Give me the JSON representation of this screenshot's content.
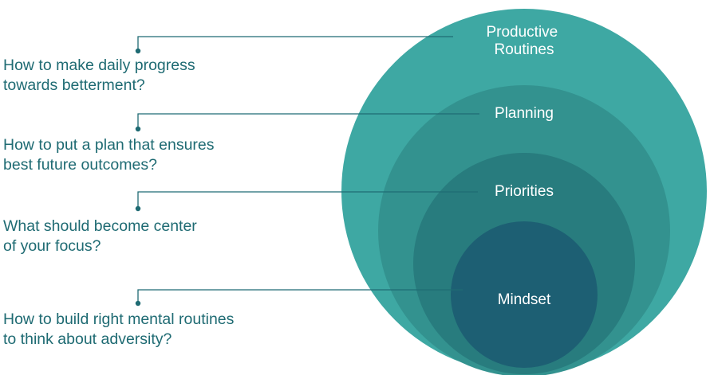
{
  "colors": {
    "ring_outer": "#3ea8a3",
    "ring_second": "#33928f",
    "ring_third": "#287c7e",
    "ring_inner": "#1d5f73",
    "connector": "#1f6b73",
    "question_text": "#1f6b73"
  },
  "layers": [
    {
      "label_lines": [
        "Productive",
        "Routines"
      ],
      "question_lines": [
        "How to make daily progress",
        "towards betterment?"
      ]
    },
    {
      "label_lines": [
        "Planning"
      ],
      "question_lines": [
        "How to put a plan that ensures",
        "best future outcomes?"
      ]
    },
    {
      "label_lines": [
        "Priorities"
      ],
      "question_lines": [
        "What should become center",
        "of your focus?"
      ]
    },
    {
      "label_lines": [
        "Mindset"
      ],
      "question_lines": [
        "How to build right mental routines",
        "to think about adversity?"
      ]
    }
  ]
}
